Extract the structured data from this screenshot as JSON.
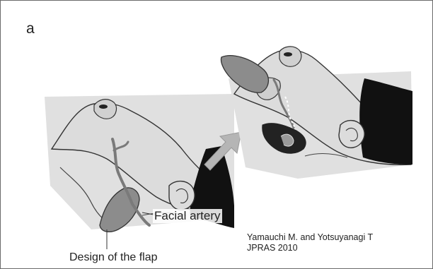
{
  "panel_label": "a",
  "labels": {
    "artery": "Facial artery",
    "flap": "Design of the flap"
  },
  "citation": {
    "line1": "Yamauchi M. and Yotsuyanagi T",
    "line2": "JPRAS 2010"
  },
  "colors": {
    "skin": "#dcdcdc",
    "outline": "#333333",
    "hair": "#111111",
    "flap": "#8c8c8c",
    "artery": "#7a7a7a",
    "arrow": "#b5b5b5"
  }
}
